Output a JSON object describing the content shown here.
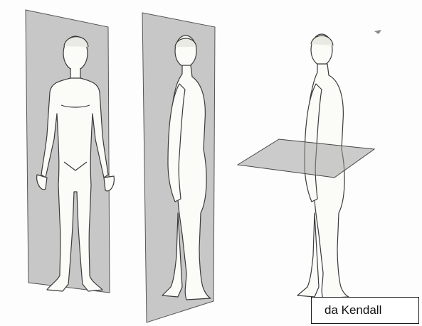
{
  "figure": {
    "panels": [
      {
        "plane": "frontal",
        "view": "front"
      },
      {
        "plane": "sagittal",
        "view": "side"
      },
      {
        "plane": "transverse",
        "view": "back-oblique"
      }
    ]
  },
  "caption": {
    "text": "da Kendall"
  },
  "colors": {
    "plane_fill": "#9a9a9a",
    "outline": "#3a3a3a",
    "background": "#fdfdfd"
  }
}
